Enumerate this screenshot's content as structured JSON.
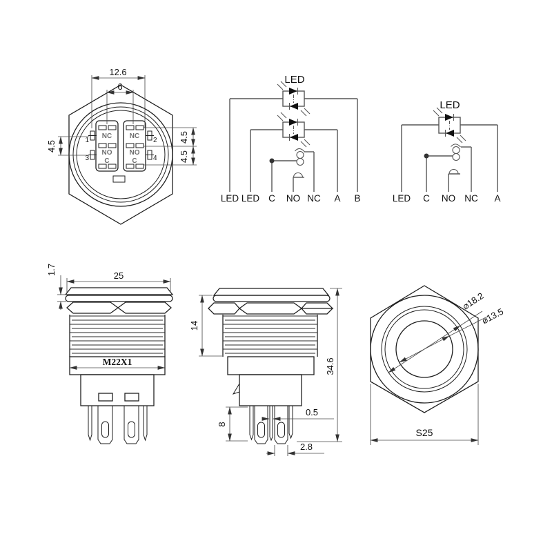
{
  "drawing": {
    "front_view": {
      "dim_width": "12.6",
      "dim_spacing": "6",
      "dim_pitch_left": "4.5",
      "dim_pitch_right_top": "4.5",
      "dim_pitch_right_bottom": "4.5",
      "pin1": "1",
      "pin2": "2",
      "pin3": "3",
      "pin4": "4",
      "label_nc": "NC",
      "label_no": "NO",
      "label_c": "C"
    },
    "circuit_dual": {
      "title": "LED",
      "terminals": [
        "LED",
        "LED",
        "C",
        "NO",
        "NC",
        "A",
        "B"
      ]
    },
    "circuit_single": {
      "title": "LED",
      "terminals": [
        "LED",
        "C",
        "NO",
        "NC",
        "A"
      ]
    },
    "side_view": {
      "dim_cap_height": "1.7",
      "dim_cap_dia": "25",
      "thread_spec": "M22X1"
    },
    "section_view": {
      "dim_thread_len": "14",
      "dim_total_height": "34.6",
      "dim_pin_len": "8",
      "dim_pin_thickness": "0.5",
      "dim_pin_width": "2.8"
    },
    "rear_view": {
      "dim_bezel_dia": "⌀18.2",
      "dim_button_dia": "⌀13.5",
      "dim_across_flats": "S25"
    }
  }
}
